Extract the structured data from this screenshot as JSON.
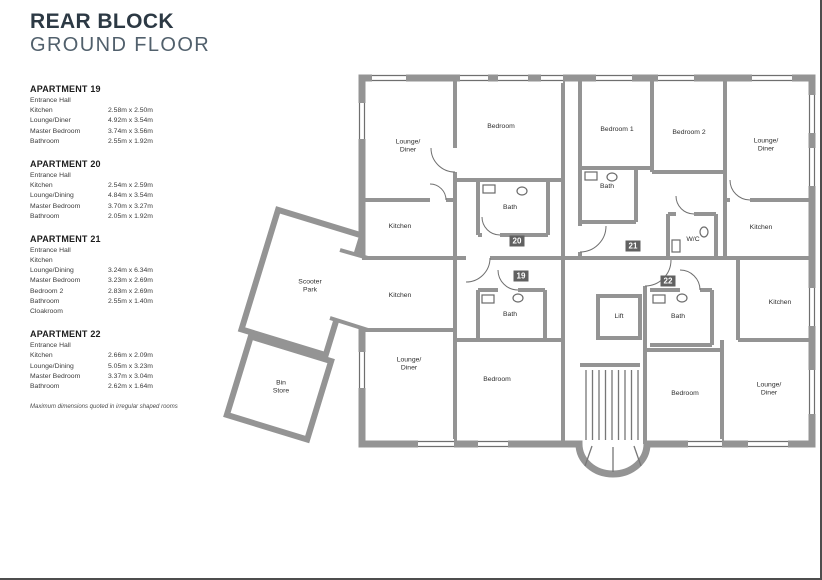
{
  "header": {
    "title": "REAR BLOCK",
    "subtitle": "GROUND FLOOR"
  },
  "apartments": [
    {
      "title": "APARTMENT 19",
      "rooms": [
        {
          "label": "Entrance Hall",
          "dims": ""
        },
        {
          "label": "Kitchen",
          "dims": "2.58m x 2.50m"
        },
        {
          "label": "Lounge/Diner",
          "dims": "4.92m x 3.54m"
        },
        {
          "label": "Master Bedroom",
          "dims": "3.74m x 3.56m"
        },
        {
          "label": "Bathroom",
          "dims": "2.55m x 1.92m"
        }
      ]
    },
    {
      "title": "APARTMENT 20",
      "rooms": [
        {
          "label": "Entrance Hall",
          "dims": ""
        },
        {
          "label": "Kitchen",
          "dims": "2.54m x 2.59m"
        },
        {
          "label": "Lounge/Dining",
          "dims": "4.84m x 3.54m"
        },
        {
          "label": "Master Bedroom",
          "dims": "3.70m x 3.27m"
        },
        {
          "label": "Bathroom",
          "dims": "2.05m x 1.92m"
        }
      ]
    },
    {
      "title": "APARTMENT 21",
      "rooms": [
        {
          "label": "Entrance Hall",
          "dims": ""
        },
        {
          "label": "Kitchen",
          "dims": ""
        },
        {
          "label": "Lounge/Dining",
          "dims": "3.24m x 6.34m"
        },
        {
          "label": "Master Bedroom",
          "dims": "3.23m x 2.69m"
        },
        {
          "label": "Bedroom 2",
          "dims": "2.83m x 2.69m"
        },
        {
          "label": "Bathroom",
          "dims": "2.55m x 1.40m"
        },
        {
          "label": "Cloakroom",
          "dims": ""
        }
      ]
    },
    {
      "title": "APARTMENT 22",
      "rooms": [
        {
          "label": "Entrance Hall",
          "dims": ""
        },
        {
          "label": "Kitchen",
          "dims": "2.66m x 2.09m"
        },
        {
          "label": "Lounge/Dining",
          "dims": "5.05m x 3.23m"
        },
        {
          "label": "Master Bedroom",
          "dims": "3.37m x 3.04m"
        },
        {
          "label": "Bathroom",
          "dims": "2.62m x 1.64m"
        }
      ]
    }
  ],
  "footnote": "Maximum dimensions quoted in irregular shaped rooms",
  "plan": {
    "wall_color": "#949494",
    "labels": {
      "lounge20": "Lounge/\nDiner",
      "bedroom20": "Bedroom",
      "bath20": "Bath",
      "kitchen20": "Kitchen",
      "bedroom1_21": "Bedroom 1",
      "bedroom2_21": "Bedroom 2",
      "lounge21": "Lounge/\nDiner",
      "bath21": "Bath",
      "wc21": "W/C",
      "kitchen21": "Kitchen",
      "kitchen19": "Kitchen",
      "bath19": "Bath",
      "lounge19": "Lounge/\nDiner",
      "bedroom19": "Bedroom",
      "lift": "Lift",
      "bath22": "Bath",
      "kitchen22": "Kitchen",
      "bedroom22": "Bedroom",
      "lounge22": "Lounge/\nDiner",
      "scooter_park": "Scooter\nPark",
      "bin_store": "Bin\nStore"
    },
    "badges": {
      "apt19": "19",
      "apt20": "20",
      "apt21": "21",
      "apt22": "22"
    }
  }
}
